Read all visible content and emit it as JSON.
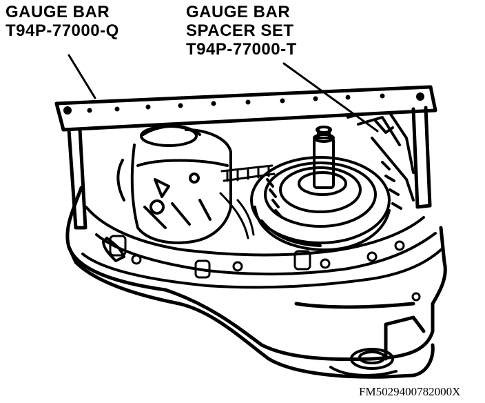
{
  "labels": {
    "gauge_bar": {
      "line1": "GAUGE BAR",
      "line2": "T94P-77000-Q"
    },
    "spacer_set": {
      "line1": "GAUGE BAR",
      "line2": "SPACER SET",
      "line3": "T94P-77000-T"
    }
  },
  "figure_code": "FM5029400782000X"
}
